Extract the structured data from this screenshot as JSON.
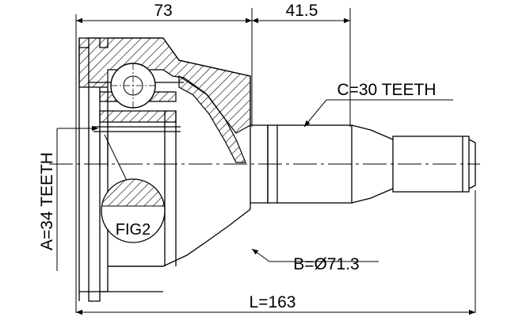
{
  "diagram": {
    "labels": {
      "dim_top_left": "73",
      "dim_top_right": "41.5",
      "spline_outer": "C=30 TEETH",
      "spline_inner": "A=34 TEETH",
      "diameter": "B=Ø71.3",
      "length": "L=163",
      "detail": "FIG2"
    },
    "colors": {
      "line": "#000000",
      "background": "#ffffff"
    }
  }
}
